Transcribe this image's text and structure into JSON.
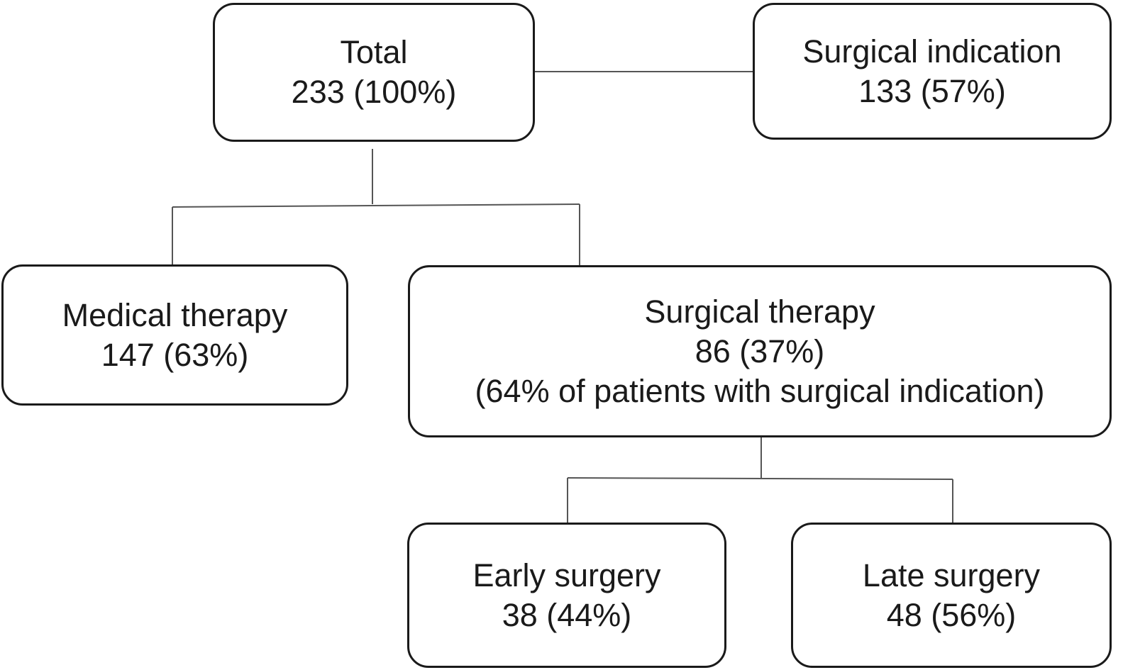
{
  "nodes": {
    "total": {
      "title": "Total",
      "value": "233 (100%)"
    },
    "indication": {
      "title": "Surgical indication",
      "value": "133 (57%)"
    },
    "medical": {
      "title": "Medical therapy",
      "value": "147 (63%)"
    },
    "surgical": {
      "title": "Surgical therapy",
      "value": "86 (37%)",
      "note": "(64% of patients with surgical indication)"
    },
    "early": {
      "title": "Early surgery",
      "value": "38 (44%)"
    },
    "late": {
      "title": "Late surgery",
      "value": "48 (56%)"
    }
  },
  "edges": [
    {
      "from": "total",
      "to": "indication"
    },
    {
      "from": "total",
      "to": "medical"
    },
    {
      "from": "total",
      "to": "surgical"
    },
    {
      "from": "surgical",
      "to": "early"
    },
    {
      "from": "surgical",
      "to": "late"
    }
  ],
  "colors": {
    "line": "#555555",
    "border": "#1a1a1a",
    "text": "#1a1a1a"
  }
}
